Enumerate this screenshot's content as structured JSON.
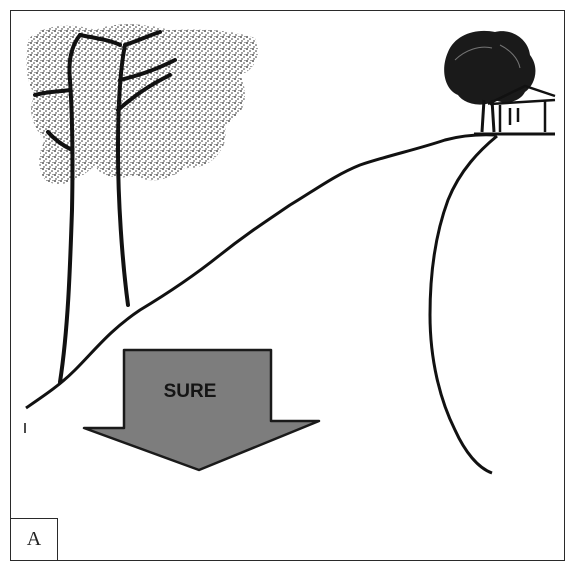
{
  "panel": {
    "label": "A"
  },
  "arrow": {
    "label": "SURE",
    "fill_color": "#7d7d7d",
    "outline_color": "#1a1a1a"
  },
  "scene": {
    "elements": [
      "tree-left",
      "tree-right",
      "house",
      "hill-slope",
      "ground-boundary"
    ],
    "line_color": "#111111",
    "foliage_color": "#222222"
  }
}
